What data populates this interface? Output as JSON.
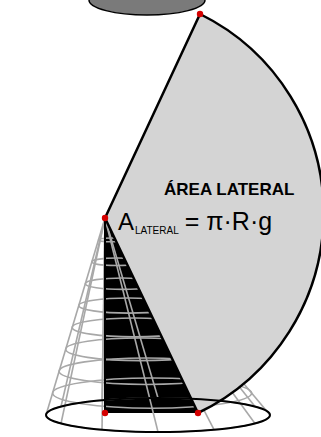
{
  "diagram": {
    "nodes": [
      {
        "text": [
          "ÁREA LATERAL",
          "A",
          "LATERAL",
          "= π·R·g"
        ]
      }
    ]
  }
}
